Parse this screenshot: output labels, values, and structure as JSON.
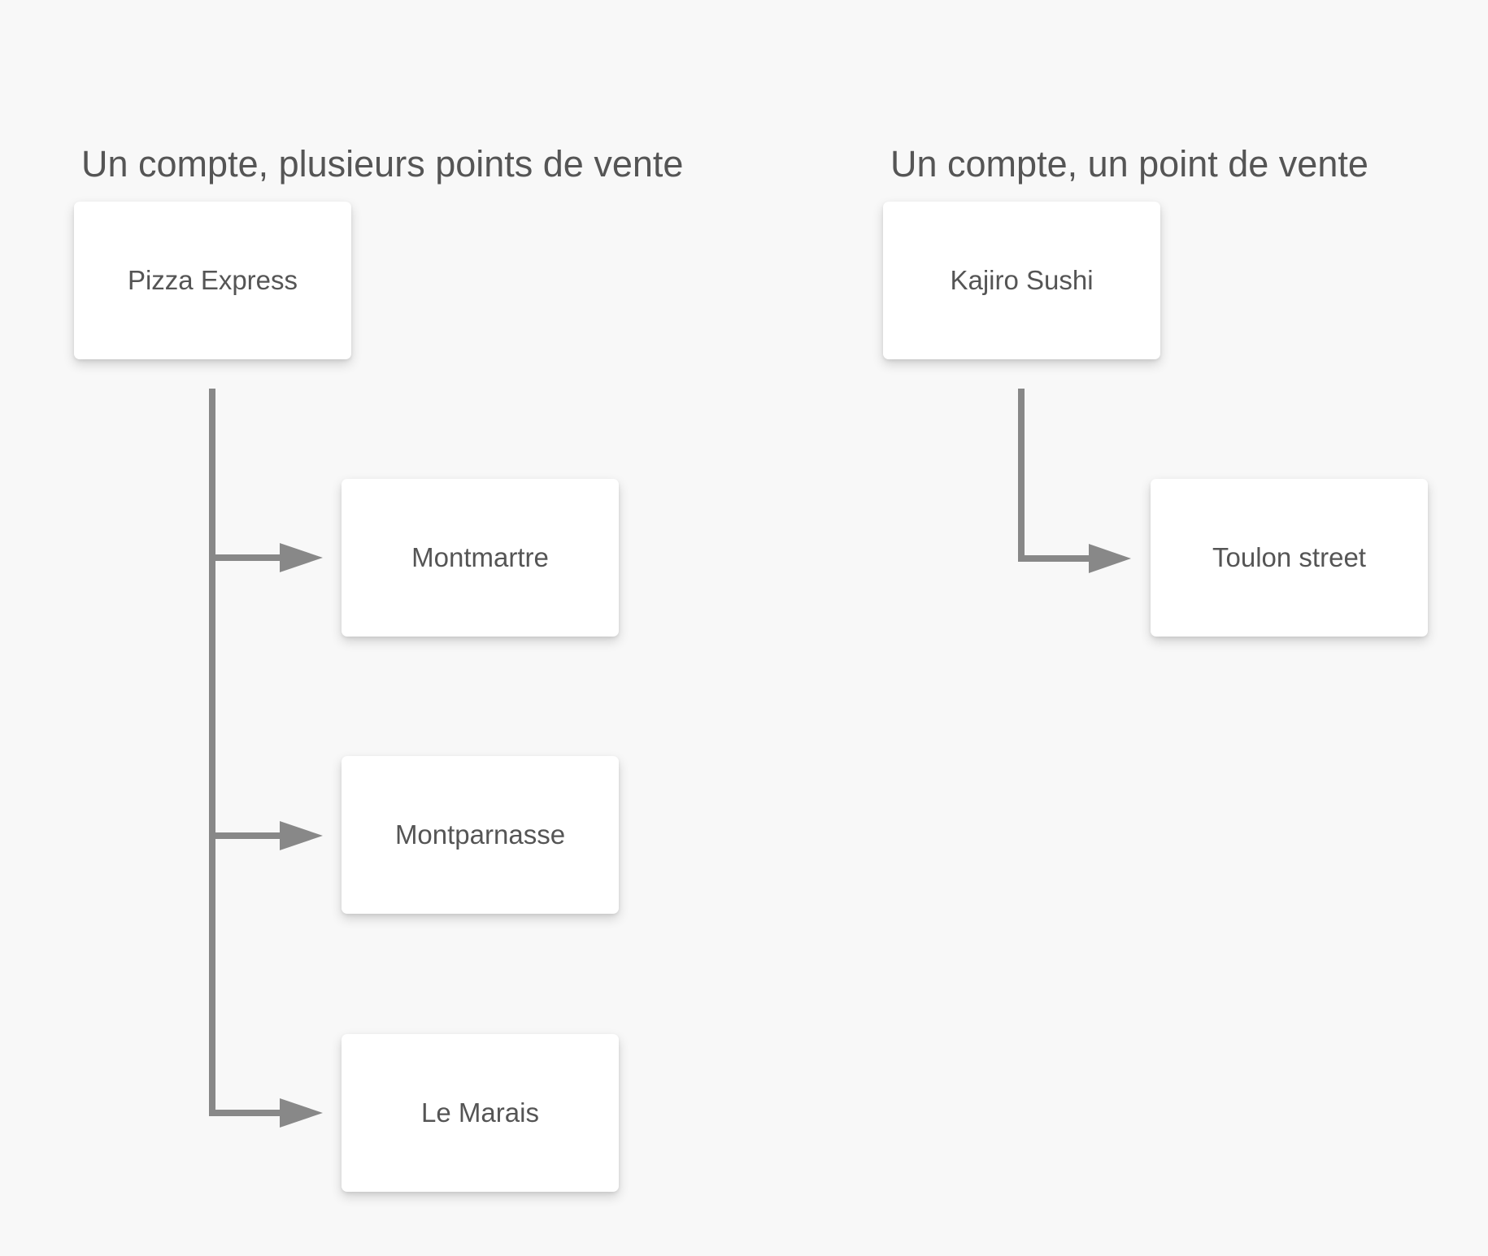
{
  "background_color": "#f8f8f8",
  "connector_color": "#888888",
  "text_color": "#555555",
  "sections": [
    {
      "title": "Un compte, plusieurs points de vente",
      "account": {
        "label": "Pizza Express"
      },
      "points_of_sale": [
        {
          "label": "Montmartre"
        },
        {
          "label": "Montparnasse"
        },
        {
          "label": "Le Marais"
        }
      ]
    },
    {
      "title": "Un compte, un point de vente",
      "account": {
        "label": "Kajiro Sushi"
      },
      "points_of_sale": [
        {
          "label": "Toulon street"
        }
      ]
    }
  ]
}
